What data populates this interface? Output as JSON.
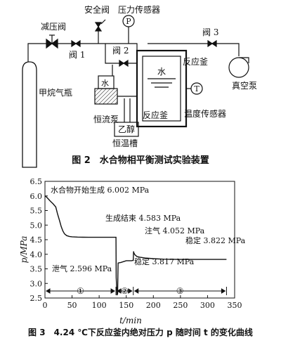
{
  "fig2": {
    "labels": {
      "pressure_relief_valve": "减压阀",
      "safety_valve": "安全阀",
      "pressure_sensor": "压力传感器",
      "pressure_sensor_symbol": "P",
      "valve1": "阀 1",
      "valve2": "阀 2",
      "valve3": "阀 3",
      "methane_cylinder": "甲烷气瓶",
      "water_tank": "水",
      "constant_flow_pump": "恒流泵",
      "reactor_water": "水",
      "reactor_top": "反应釜",
      "reactor_bottom": "反应釜",
      "temp_sensor": "温度传感器",
      "temp_sensor_symbol": "T",
      "vacuum_pump": "真空泵",
      "ethanol": "乙醇",
      "thermostatic_bath": "恒温槽"
    },
    "caption": "图 2　水合物相平衡测试实验装置"
  },
  "fig3": {
    "caption": "图 3　4.24 ℃下反应釜内绝对压力 p 随时间 t 的变化曲线",
    "chart_data": {
      "type": "line",
      "xlabel": "t/min",
      "ylabel": "p/MPa",
      "xlim": [
        0,
        350
      ],
      "ylim": [
        2.5,
        6.5
      ],
      "xticks": [
        "0",
        "50",
        "100",
        "150",
        "200",
        "250",
        "300",
        "350"
      ],
      "yticks": [
        "2.5",
        "3.0",
        "3.5",
        "4.0",
        "4.5",
        "5.0",
        "5.5",
        "6.0",
        "6.5"
      ],
      "series": [
        {
          "x": [
            0,
            3,
            6,
            10,
            15,
            20,
            23,
            27,
            30,
            33,
            36,
            40,
            45,
            50,
            60,
            70,
            80,
            90,
            100,
            110,
            120,
            128,
            131,
            131.5,
            133,
            134,
            135,
            140,
            150,
            160,
            162,
            163,
            163.5,
            164,
            166,
            168,
            170,
            175,
            185,
            200,
            220,
            250,
            280,
            310,
            335
          ],
          "y": [
            6.002,
            5.96,
            5.9,
            5.82,
            5.73,
            5.62,
            5.4,
            5.15,
            4.95,
            4.8,
            4.7,
            4.64,
            4.61,
            4.6,
            4.59,
            4.585,
            4.583,
            4.583,
            4.583,
            4.583,
            4.583,
            4.583,
            4.583,
            3.2,
            2.596,
            2.65,
            3.7,
            3.72,
            3.78,
            3.78,
            3.79,
            3.79,
            4.1,
            4.052,
            3.98,
            3.95,
            3.92,
            3.9,
            3.87,
            3.85,
            3.83,
            3.822,
            3.822,
            3.822,
            3.822
          ]
        }
      ],
      "annotations": [
        "水合物开始生成 6.002 MPa",
        "生成结束 4.583 MPa",
        "注气 4.052 MPa",
        "稳定 3.822 MPa",
        "泄气 2.596 MPa",
        "稳定 3.817 MPa"
      ],
      "stage_labels": [
        "①",
        "②",
        "③"
      ]
    }
  }
}
